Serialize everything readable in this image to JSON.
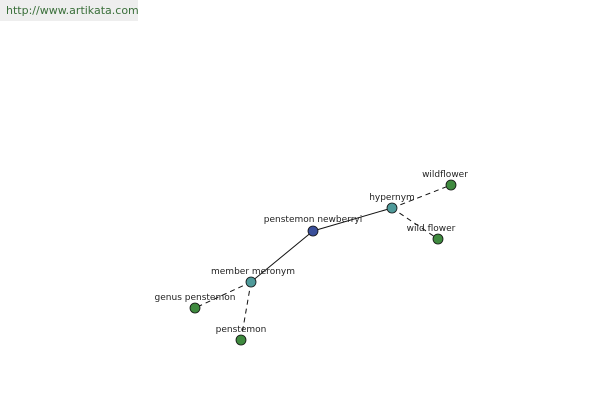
{
  "watermark": {
    "text": "http://www.artikata.com"
  },
  "colors": {
    "center_node": "#3a4f9a",
    "relation_node": "#4f9a9a",
    "leaf_node": "#3f8a3f",
    "edge": "#111111"
  },
  "graph": {
    "nodes": [
      {
        "id": "center",
        "label": "penstemon newberryi",
        "kind": "center"
      },
      {
        "id": "hypernym",
        "label": "hypernym",
        "kind": "relation"
      },
      {
        "id": "member_meronym",
        "label": "member meronym",
        "kind": "relation"
      },
      {
        "id": "wildflower",
        "label": "wildflower",
        "kind": "leaf"
      },
      {
        "id": "wild_flower",
        "label": "wild flower",
        "kind": "leaf"
      },
      {
        "id": "genus_penstemon",
        "label": "genus penstemon",
        "kind": "leaf"
      },
      {
        "id": "penstemon",
        "label": "penstemon",
        "kind": "leaf"
      }
    ],
    "edges": [
      {
        "from": "center",
        "to": "hypernym",
        "style": "solid"
      },
      {
        "from": "center",
        "to": "member_meronym",
        "style": "solid"
      },
      {
        "from": "hypernym",
        "to": "wildflower",
        "style": "dashed"
      },
      {
        "from": "hypernym",
        "to": "wild_flower",
        "style": "dashed"
      },
      {
        "from": "member_meronym",
        "to": "genus_penstemon",
        "style": "dashed"
      },
      {
        "from": "member_meronym",
        "to": "penstemon",
        "style": "dashed"
      }
    ]
  }
}
